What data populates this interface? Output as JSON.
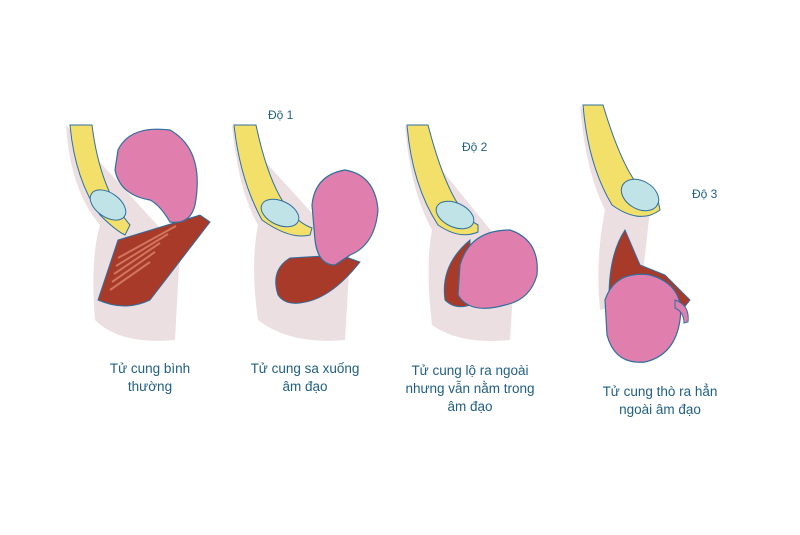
{
  "diagram": {
    "colors": {
      "uterus": "#e07fae",
      "uterus_highlight": "#f3b8d4",
      "outline": "#2f6f9f",
      "bladder": "#bfe3e6",
      "fat_yellow": "#f3e06a",
      "vaginal_wall": "#a83a2a",
      "body_shadow": "#ecdfe2",
      "text": "#1f5f84"
    },
    "panels": [
      {
        "stage_label": "",
        "caption_lines": [
          "Tử cung bình",
          "thường"
        ]
      },
      {
        "stage_label": "Độ 1",
        "caption_lines": [
          "Tử cung sa xuống",
          "âm đạo"
        ]
      },
      {
        "stage_label": "Độ 2",
        "caption_lines": [
          "Tử cung lộ ra ngoài",
          "nhưng vẫn nằm trong",
          "âm đạo"
        ]
      },
      {
        "stage_label": "Độ 3",
        "caption_lines": [
          "Tử cung thò ra hẳn",
          "ngoài âm đạo"
        ]
      }
    ]
  }
}
